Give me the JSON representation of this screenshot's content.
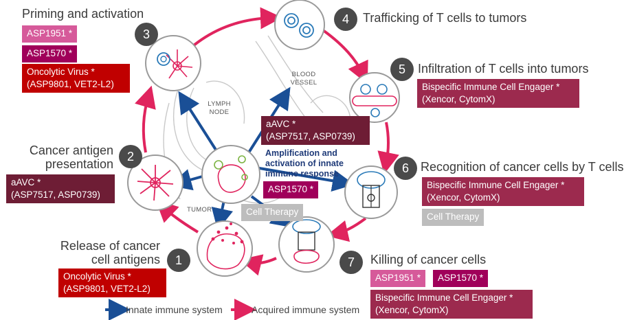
{
  "steps": [
    {
      "number": "1",
      "title_lines": [
        "Release of cancer",
        "cell antigens"
      ]
    },
    {
      "number": "2",
      "title_lines": [
        "Cancer antigen",
        "presentation"
      ]
    },
    {
      "number": "3",
      "title": "Priming and activation"
    },
    {
      "number": "4",
      "title": "Trafficking of T cells to tumors"
    },
    {
      "number": "5",
      "title": "Infiltration of T cells into tumors"
    },
    {
      "number": "6",
      "title": "Recognition of cancer cells by T cells"
    },
    {
      "number": "7",
      "title": "Killing of cancer cells"
    }
  ],
  "tags": {
    "s3_asp1951": "ASP1951 *",
    "s3_asp1570": "ASP1570 *",
    "s3_oncolytic_l1": "Oncolytic Virus *",
    "s3_oncolytic_l2": "(ASP9801, VET2-L2)",
    "s2_aavc_l1": "aAVC *",
    "s2_aavc_l2": "(ASP7517, ASP0739)",
    "s1_oncolytic_l1": "Oncolytic Virus *",
    "s1_oncolytic_l2": "(ASP9801, VET2-L2)",
    "center_aavc_l1": "aAVC *",
    "center_aavc_l2": "(ASP7517, ASP0739)",
    "center_asp1570": "ASP1570 *",
    "center_cell_therapy": "Cell Therapy",
    "s5_bispecific_l1": "Bispecific Immune Cell Engager *",
    "s5_bispecific_l2": "(Xencor, CytomX)",
    "s6_bispecific_l1": "Bispecific Immune Cell Engager *",
    "s6_bispecific_l2": "(Xencor, CytomX)",
    "s6_cell_therapy": "Cell Therapy",
    "s7_asp1951": "ASP1951 *",
    "s7_asp1570": "ASP1570 *",
    "s7_bispecific_l1": "Bispecific Immune Cell Engager *",
    "s7_bispecific_l2": "(Xencor, CytomX)"
  },
  "annotations": {
    "amplification_lines": [
      "Amplification and",
      "activation of innate",
      "immune response"
    ],
    "lymph_node_lines": [
      "LYMPH",
      "NODE"
    ],
    "blood_vessel_lines": [
      "BLOOD",
      "VESSEL"
    ],
    "tumor": "TUMOR"
  },
  "legend": {
    "innate": "Innate immune system",
    "acquired": "Acquired immune system"
  },
  "colors": {
    "innate_arrow": "#1a4f96",
    "acquired_arrow": "#e0245e",
    "tag_red": "#c00000",
    "tag_pink": "#d65a9a",
    "tag_magenta": "#a0005a",
    "tag_wine": "#9c2a4e",
    "tag_maroon": "#6e1d35",
    "tag_grey": "#bdbdbd"
  }
}
